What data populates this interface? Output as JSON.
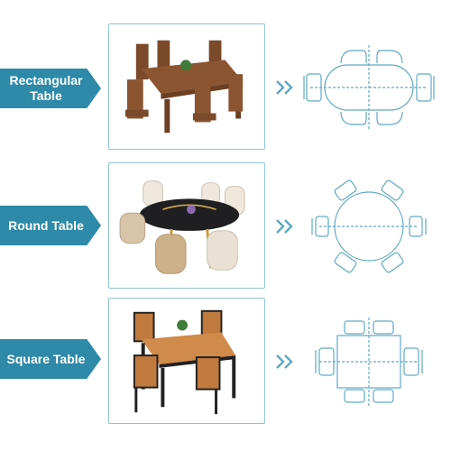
{
  "rows": [
    {
      "label_line1": "Rectangular",
      "label_line2": "Table",
      "photo_name": "rectangular-table-photo",
      "diagram_name": "rectangular-table-diagram"
    },
    {
      "label_line1": "Round Table",
      "label_line2": "",
      "photo_name": "round-table-photo",
      "diagram_name": "round-table-diagram"
    },
    {
      "label_line1": "Square Table",
      "label_line2": "",
      "photo_name": "square-table-photo",
      "diagram_name": "square-table-diagram"
    }
  ],
  "colors": {
    "accent": "#2e8aa8",
    "frame": "#8ec4d6",
    "line": "#5fa9c4",
    "wood": "#8a5530"
  },
  "icons": {
    "arrow": "double-chevron-right-icon"
  }
}
